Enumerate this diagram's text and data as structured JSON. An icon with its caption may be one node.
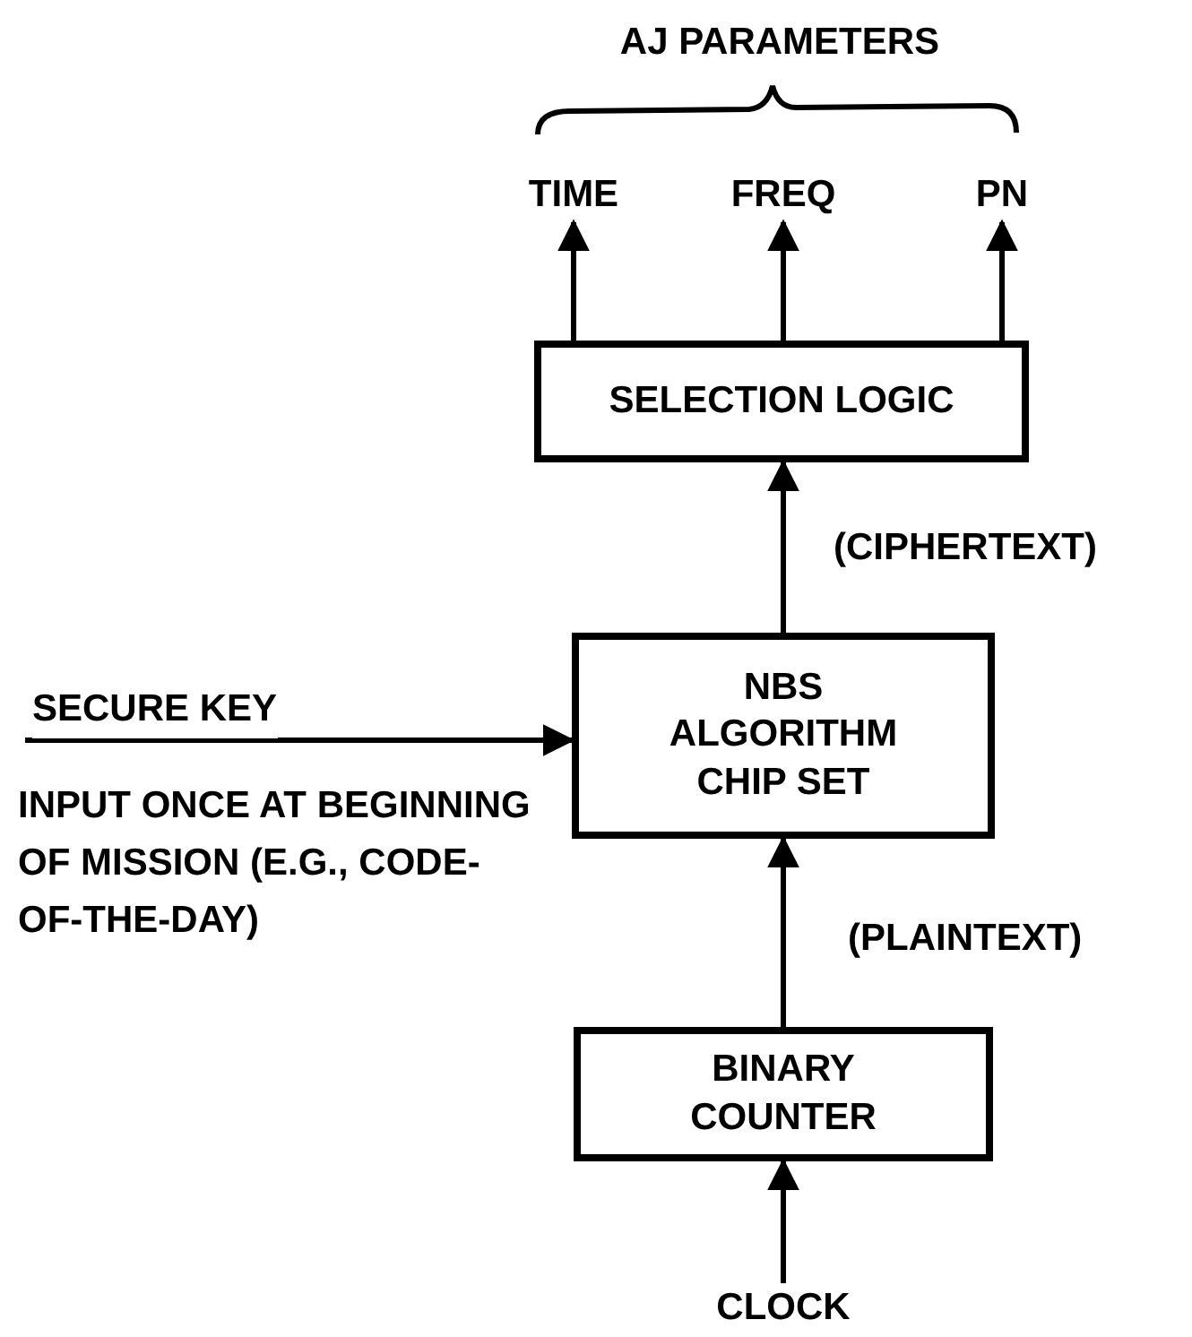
{
  "diagram": {
    "nodes": [
      {
        "text": [
          "TIME"
        ]
      },
      {
        "text": [
          "FREQ"
        ]
      },
      {
        "text": [
          "PN"
        ]
      },
      {
        "text": [
          "SELECTION LOGIC"
        ]
      },
      {
        "text": [
          "NBS ALGORITHM CHIP SET"
        ]
      },
      {
        "text": [
          "BINARY COUNTER"
        ]
      },
      {
        "text": [
          "CLOCK"
        ]
      }
    ],
    "edges": [
      {
        "from": 3,
        "to": 0,
        "arrow": "to"
      },
      {
        "from": 3,
        "to": 1,
        "arrow": "to"
      },
      {
        "from": 3,
        "to": 2,
        "arrow": "to"
      },
      {
        "from": 4,
        "to": 3,
        "arrow": "to",
        "label": "(CIPHERTEXT)"
      },
      {
        "from": null,
        "to": 4,
        "arrow": "to",
        "label": "SECURE KEY"
      },
      {
        "from": 5,
        "to": 4,
        "arrow": "to",
        "label": "(PLAINTEXT)"
      },
      {
        "from": 6,
        "to": 5,
        "arrow": "to"
      }
    ],
    "labels": [
      "AJ PARAMETERS",
      "INPUT ONCE AT BEGINNING OF MISSION (E.G., CODE-OF-THE-DAY)"
    ]
  }
}
